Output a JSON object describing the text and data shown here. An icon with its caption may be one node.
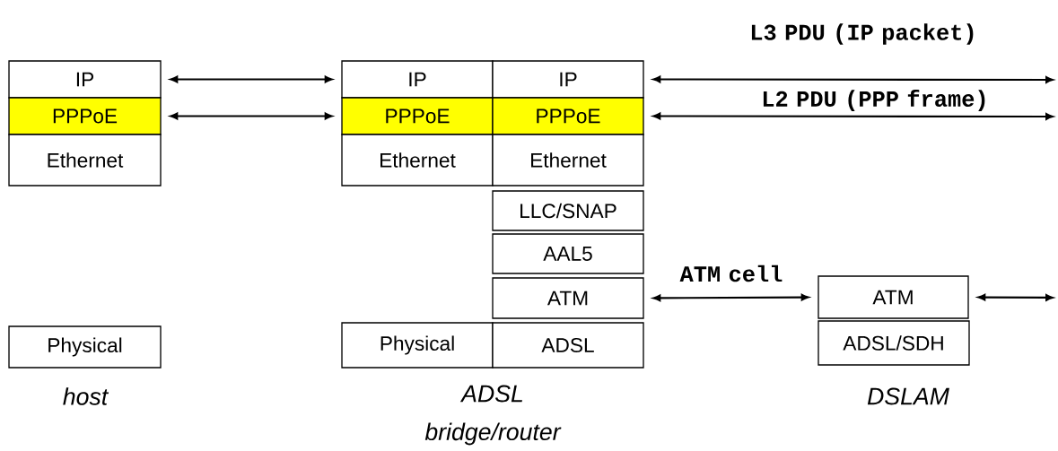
{
  "diagram": {
    "nodes": [
      {
        "text": [
          "IP"
        ]
      },
      {
        "text": [
          "PPPoE"
        ]
      },
      {
        "text": [
          "Ethernet"
        ]
      },
      {
        "text": [
          "Physical"
        ]
      },
      {
        "text": [
          "IP"
        ]
      },
      {
        "text": [
          "IP"
        ]
      },
      {
        "text": [
          "PPPoE"
        ]
      },
      {
        "text": [
          "PPPoE"
        ]
      },
      {
        "text": [
          "Ethernet"
        ]
      },
      {
        "text": [
          "Ethernet"
        ]
      },
      {
        "text": [
          "LLC/SNAP"
        ]
      },
      {
        "text": [
          "AAL5"
        ]
      },
      {
        "text": [
          "ATM"
        ]
      },
      {
        "text": [
          "Physical"
        ]
      },
      {
        "text": [
          "ADSL"
        ]
      },
      {
        "text": [
          "ATM"
        ]
      },
      {
        "text": [
          "ADSL/SDH"
        ]
      }
    ],
    "edges": [
      {
        "from": 0,
        "to": 4,
        "arrow": "both"
      },
      {
        "from": 1,
        "to": 6,
        "arrow": "both"
      },
      {
        "from": 5,
        "to": null,
        "arrow": "both",
        "label": "L3 PDU (IP packet)"
      },
      {
        "from": 7,
        "to": null,
        "arrow": "both",
        "label": "L2 PDU (PPP frame)"
      },
      {
        "from": 12,
        "to": 15,
        "arrow": "both",
        "label": "ATM cell"
      },
      {
        "from": 15,
        "to": null,
        "arrow": "both"
      }
    ],
    "labels": [
      "host",
      "ADSL bridge/router",
      "DSLAM"
    ]
  }
}
